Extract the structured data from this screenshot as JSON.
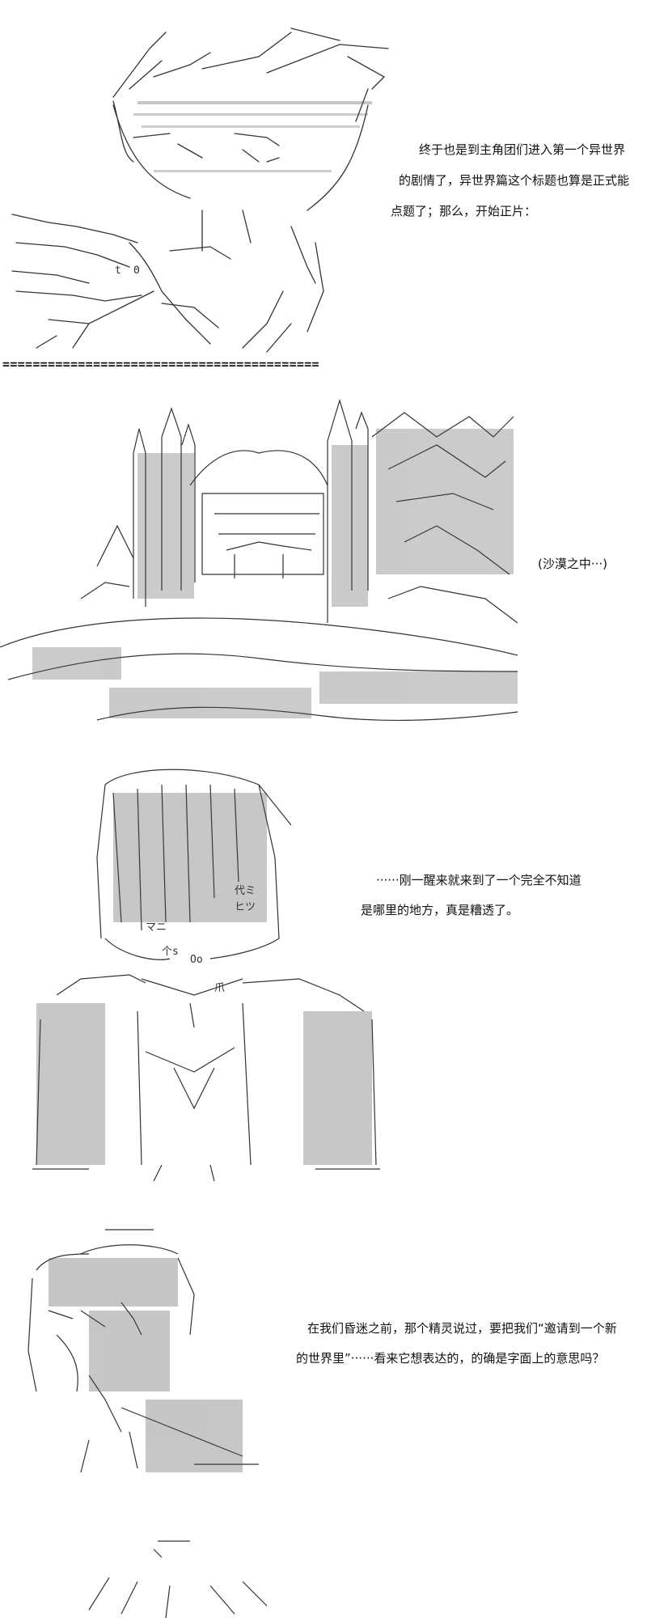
{
  "panels": {
    "p1": {
      "lines": [
        "终于也是到主角团们进入第一个异世界",
        "的剧情了，异世界篇这个标题也算是正式能",
        "点题了；那么，开始正片："
      ]
    },
    "p2": {
      "caption": "(沙漠之中···)"
    },
    "p3": {
      "lines": [
        "······刚一醒来就来到了一个完全不知道",
        "是哪里的地方，真是糟透了。"
      ]
    },
    "p4": {
      "lines": [
        "在我们昏迷之前，那个精灵说过，要把我们“邀请到一个新",
        "的世界里”······看来它想表达的，的确是字面上的意思吗？"
      ]
    }
  },
  "divider": {
    "text": "=========================================="
  },
  "art": {
    "p1_face_marks": [
      "t",
      "Θ"
    ],
    "p3_glyphs": [
      "代ミ",
      "ヒツ",
      "マニ",
      "个s",
      "Oo",
      "爪"
    ]
  }
}
